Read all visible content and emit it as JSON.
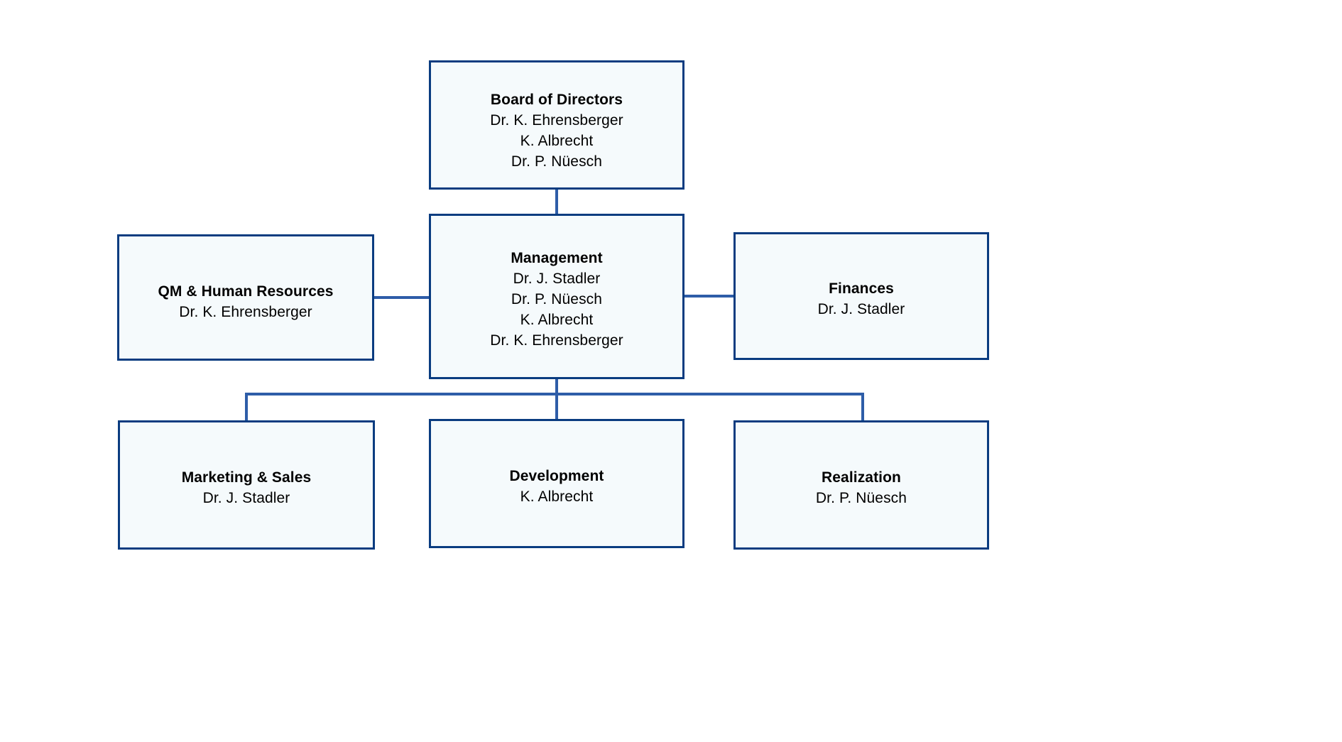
{
  "chart_data": {
    "type": "diagram",
    "diagram_type": "organizational-chart",
    "title": "",
    "colors": {
      "box_border": "#0a3c80",
      "box_fill": "#f5fafc",
      "connector": "#2e5da8",
      "text": "#000000",
      "background": "#ffffff"
    },
    "nodes": [
      {
        "id": "board",
        "title": "Board of Directors",
        "people": [
          "Dr. K. Ehrensberger",
          "K. Albrecht",
          "Dr. P. Nüesch"
        ],
        "level": 0
      },
      {
        "id": "management",
        "title": "Management",
        "people": [
          "Dr. J. Stadler",
          "Dr. P. Nüesch",
          "K. Albrecht",
          "Dr. K. Ehrensberger"
        ],
        "level": 1
      },
      {
        "id": "qm",
        "title": "QM & Human Resources",
        "people": [
          "Dr. K. Ehrensberger"
        ],
        "level": 1
      },
      {
        "id": "finances",
        "title": "Finances",
        "people": [
          "Dr. J. Stadler"
        ],
        "level": 1
      },
      {
        "id": "marketing",
        "title": "Marketing & Sales",
        "people": [
          "Dr. J. Stadler"
        ],
        "level": 2
      },
      {
        "id": "development",
        "title": "Development",
        "people": [
          "K. Albrecht"
        ],
        "level": 2
      },
      {
        "id": "realization",
        "title": "Realization",
        "people": [
          "Dr. P. Nüesch"
        ],
        "level": 2
      }
    ],
    "edges": [
      {
        "from": "board",
        "to": "management",
        "style": "vertical"
      },
      {
        "from": "management",
        "to": "qm",
        "style": "horizontal"
      },
      {
        "from": "management",
        "to": "finances",
        "style": "horizontal"
      },
      {
        "from": "management",
        "to": "marketing",
        "style": "elbow"
      },
      {
        "from": "management",
        "to": "development",
        "style": "vertical"
      },
      {
        "from": "management",
        "to": "realization",
        "style": "elbow"
      }
    ]
  }
}
